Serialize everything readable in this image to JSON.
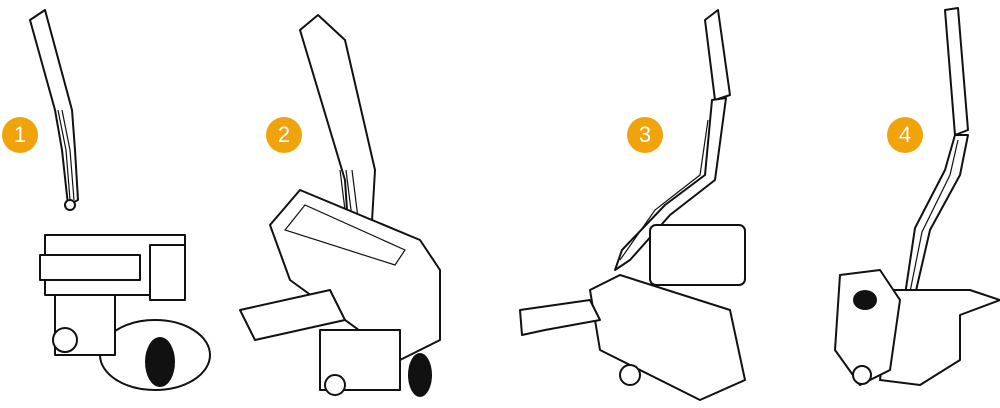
{
  "badge_color": "#F0A30A",
  "steps": [
    {
      "number": "1"
    },
    {
      "number": "2"
    },
    {
      "number": "3"
    },
    {
      "number": "4"
    }
  ]
}
